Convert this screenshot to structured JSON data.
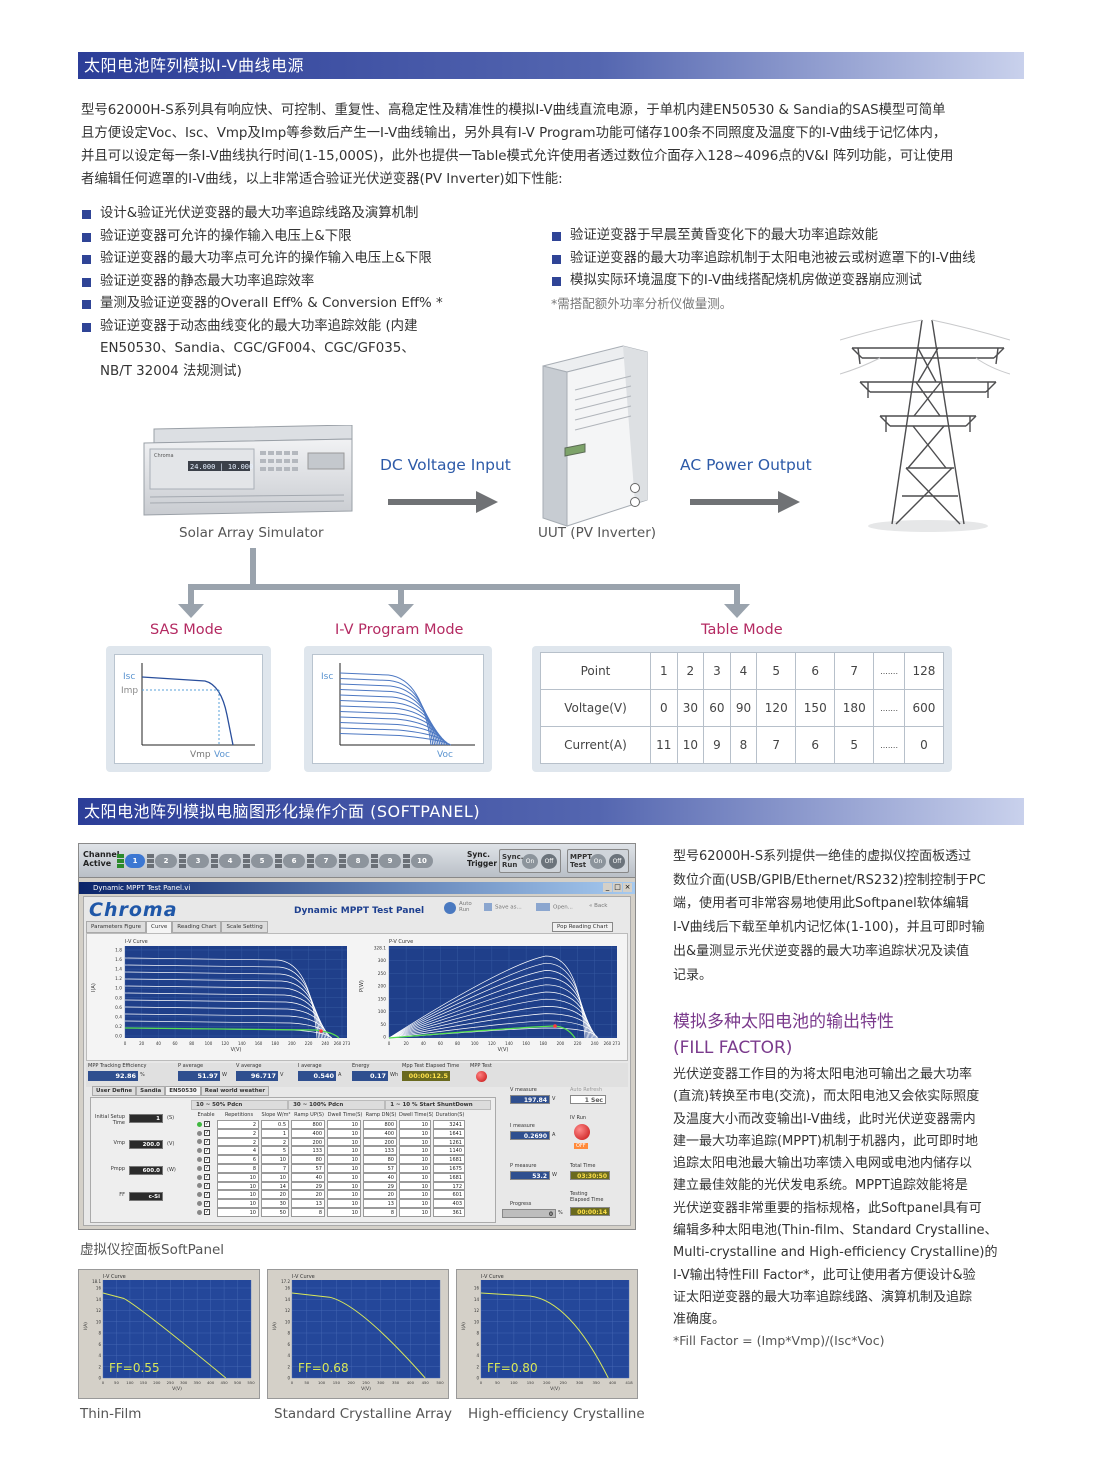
{
  "section1": {
    "title": "太阳电池阵列模拟I-V曲线电源"
  },
  "intro": [
    "型号62000H-S系列具有响应快、可控制、重复性、高稳定性及精准性的模拟I-V曲线直流电源，于单机内建EN50530 & Sandia的SAS模型可简单",
    "且方便设定Voc、Isc、Vmp及Imp等参数后产生一I-V曲线输出，另外具有I-V Program功能可储存100条不同照度及温度下的I-V曲线于记忆体内，",
    "并且可以设定每一条I-V曲线执行时间(1-15,000S)，此外也提供一Table模式允许使用者透过数位介面存入128~4096点的V&I 阵列功能，可让使用",
    "者编辑任何遮罩的I-V曲线，以上非常适合验证光伏逆变器(PV Inverter)如下性能:"
  ],
  "bullets_left": [
    "设计&验证光伏逆变器的最大功率追踪线路及演算机制",
    "验证逆变器可允许的操作输入电压上&下限",
    "验证逆变器的最大功率点可允许的操作输入电压上&下限",
    "验证逆变器的静态最大功率追踪效率",
    "量测及验证逆变器的Overall Eff% & Conversion Eff% *",
    "验证逆变器于动态曲线变化的最大功率追踪效能 (内建"
  ],
  "bullets_left_cont": [
    "EN50530、Sandia、CGC/GF004、CGC/GF035、",
    "NB/T 32004 法规测试)"
  ],
  "bullets_right": [
    "验证逆变器于早晨至黄昏变化下的最大功率追踪效能",
    "验证逆变器的最大功率追踪机制于太阳电池被云或树遮罩下的I-V曲线",
    "模拟实际环境温度下的I-V曲线搭配烧机房做逆变器崩应测试"
  ],
  "footnote": "*需搭配额外功率分析仪做量测。",
  "diagram": {
    "simulator_label": "Solar Array Simulator",
    "dc_label": "DC Voltage Input",
    "uut_label": "UUT (PV Inverter)",
    "ac_label": "AC Power Output",
    "device_display": "24.000 | 10.000",
    "device_brand": "Chroma"
  },
  "modes": {
    "sas": "SAS Mode",
    "iv": "I-V Program Mode",
    "table": "Table Mode"
  },
  "sas_graph": {
    "isc": "Isc",
    "imp": "Imp",
    "vmp": "Vmp",
    "voc": "Voc"
  },
  "iv_graph": {
    "isc": "Isc",
    "voc": "Voc"
  },
  "table_mode": {
    "rows": [
      [
        "Point",
        "1",
        "2",
        "3",
        "4",
        "5",
        "6",
        "7",
        ".......",
        "128"
      ],
      [
        "Voltage(V)",
        "0",
        "30",
        "60",
        "90",
        "120",
        "150",
        "180",
        ".......",
        "600"
      ],
      [
        "Current(A)",
        "11",
        "10",
        "9",
        "8",
        "7",
        "6",
        "5",
        ".......",
        "0"
      ]
    ]
  },
  "section2": {
    "title": "太阳电池阵列模拟电脑图形化操作介面 (SOFTPANEL)"
  },
  "softpanel": {
    "channel_label": "Channel\nActive",
    "channels": [
      "1",
      "2",
      "3",
      "4",
      "5",
      "6",
      "7",
      "8",
      "9",
      "10"
    ],
    "sync_trigger": "Sync.\nTrigger",
    "sync_run": "Sync.\nRun",
    "on": "On",
    "off": "Off",
    "mppt_test": "MPPT\nTest",
    "window_title": "Dynamic MPPT Test Panel.vi",
    "brand": "Chroma",
    "panel_title": "Dynamic MPPT Test Panel",
    "auto_run": "Auto\nRun",
    "save_as": "Save as...",
    "open": "Open...",
    "back": "Back",
    "tabs": [
      "Parameters Figure",
      "Curve",
      "Reading Chart",
      "Scale Setting"
    ],
    "pop": "Pop Reading Chart",
    "iv_title": "I-V Curve",
    "pv_title": "P-V Curve",
    "x_label": "V(V)",
    "iv_y": "I(A)",
    "pv_y": "P(W)",
    "iv_yticks": [
      "1.8",
      "1.6",
      "1.4",
      "1.2",
      "1.0",
      "0.8",
      "0.6",
      "0.4",
      "0.2",
      "0.0"
    ],
    "pv_yticks": [
      "328.1",
      "300",
      "250",
      "200",
      "150",
      "100",
      "50",
      "0"
    ],
    "xticks": [
      "0",
      "20",
      "40",
      "60",
      "80",
      "100",
      "120",
      "140",
      "160",
      "180",
      "200",
      "220",
      "240",
      "260 273"
    ],
    "stats_labels": [
      "MPP Tracking Efficiency",
      "P average",
      "V average",
      "I average",
      "Energy",
      "Mpp Test Elapsed Time",
      "MPP Test"
    ],
    "stats_values": [
      "92.86",
      "51.97",
      "96.717",
      "0.540",
      "0.17",
      "00:00:12.5"
    ],
    "stats_units": [
      "%",
      "W",
      "V",
      "A",
      "Wh",
      ""
    ],
    "subtabs": [
      "User Define",
      "Sandia",
      "EN50530",
      "Real world weather"
    ],
    "ranges": [
      "10 ~ 50% Pdcn",
      "30 ~ 100% Pdcn",
      "1 ~ 10 % Start ShuntDown"
    ],
    "left_params": [
      [
        "Initial Setup\nTime",
        "1",
        "(S)"
      ],
      [
        "Vmp",
        "200.0",
        "(V)"
      ],
      [
        "Pmpp",
        "600.0",
        "(W)"
      ],
      [
        "FF",
        "c-Si",
        ""
      ]
    ],
    "grid_headers": [
      "Enable",
      "Repetitions",
      "Slope W/m²",
      "Ramp UP(S)",
      "Dwell Time(S)",
      "Ramp DN(S)",
      "Dwell Time(S)",
      "Duration(S)"
    ],
    "grid_rows": [
      [
        "2",
        "0.5",
        "800",
        "10",
        "800",
        "10",
        "3241"
      ],
      [
        "2",
        "1",
        "400",
        "10",
        "400",
        "10",
        "1641"
      ],
      [
        "2",
        "2",
        "200",
        "10",
        "200",
        "10",
        "1261"
      ],
      [
        "4",
        "5",
        "133",
        "10",
        "133",
        "10",
        "1140"
      ],
      [
        "6",
        "10",
        "80",
        "10",
        "80",
        "10",
        "1681"
      ],
      [
        "8",
        "7",
        "57",
        "10",
        "57",
        "10",
        "1675"
      ],
      [
        "10",
        "10",
        "40",
        "10",
        "40",
        "10",
        "1681"
      ],
      [
        "10",
        "14",
        "29",
        "10",
        "29",
        "10",
        "172"
      ],
      [
        "10",
        "20",
        "20",
        "10",
        "20",
        "10",
        "601"
      ],
      [
        "10",
        "30",
        "13",
        "10",
        "13",
        "10",
        "403"
      ],
      [
        "10",
        "50",
        "8",
        "10",
        "8",
        "10",
        "361"
      ]
    ],
    "right_labels": [
      "V measure",
      "Auto Refresh",
      "I measure",
      "IV Run",
      "P measure",
      "Total Time",
      "Progress",
      "Testing\nElapsed Time"
    ],
    "right_values": [
      "197.84",
      "1 Sec",
      "0.2690",
      "OFF",
      "53.2",
      "03:30:50",
      "0",
      "00:00:14"
    ],
    "right_units": [
      "V",
      "",
      "A",
      "",
      "W",
      "",
      "%",
      ""
    ]
  },
  "softpanel_caption": "虚拟仪控面板SoftPanel",
  "para2": [
    "型号62000H-S系列提供一绝佳的虚拟仪控面板透过",
    "数位介面(USB/GPIB/Ethernet/RS232)控制控制于PC",
    "端，使用者可非常容易地使用此Softpanel软体编辑",
    "I-V曲线后下载至单机内记忆体(1-100)，并且可即时输",
    "出&量测显示光伏逆变器的最大功率追踪状况及读值",
    "记录。"
  ],
  "heading2": [
    "模拟多种太阳电池的输出特性",
    "(FILL FACTOR)"
  ],
  "para3": [
    "光伏逆变器工作目的为将太阳电池可输出之最大功率",
    "(直流)转换至市电(交流)，而太阳电池又会依实际照度",
    "及温度大小而改变输出I-V曲线，此时光伏逆变器需内",
    "建一最大功率追踪(MPPT)机制于机器内，此可即时地",
    "追踪太阳电池最大输出功率馈入电网或电池内储存以",
    "建立最佳效能的光伏发电系统。MPPT追踪效能将是",
    "光伏逆变器非常重要的指标规格，此Softpanel具有可",
    "编辑多种太阳电池(Thin-film、Standard Crystalline、",
    "Multi-crystalline and High-efficiency Crystalline)的",
    "I-V输出特性Fill Factor*，此可让使用者方便设计&验",
    "证太阳逆变器的最大功率追踪线路、演算机制及追踪",
    "准确度。"
  ],
  "ff_note": "*Fill Factor = (Imp*Vmp)/(Isc*Voc)",
  "ff_charts": [
    {
      "title": "I-V Curve",
      "ff": "FF=0.55",
      "caption": "Thin-Film",
      "ymax": "18.1",
      "yticks": [
        "16",
        "14",
        "12",
        "10",
        "8",
        "6",
        "4",
        "2",
        "0"
      ],
      "xticks": [
        "0",
        "50",
        "100",
        "150",
        "200",
        "250",
        "300",
        "350",
        "400",
        "450",
        "500",
        "550"
      ],
      "xlabel": "V(V)",
      "ylabel": "I(A)",
      "ffval": 0.55
    },
    {
      "title": "I-V Curve",
      "ff": "FF=0.68",
      "caption": "Standard Crystalline Array",
      "ymax": "17.2",
      "yticks": [
        "16",
        "14",
        "12",
        "10",
        "8",
        "6",
        "4",
        "2",
        "0"
      ],
      "xticks": [
        "0",
        "50",
        "100",
        "150",
        "200",
        "250",
        "300",
        "350",
        "400",
        "450",
        "500"
      ],
      "xlabel": "V(V)",
      "ylabel": "I(A)",
      "ffval": 0.68
    },
    {
      "title": "I-V Curve",
      "ff": "FF=0.80",
      "caption": "High-efficiency Crystalline",
      "ymax": "",
      "yticks": [
        "16",
        "14",
        "12",
        "10",
        "8",
        "6",
        "4",
        "2",
        "0"
      ],
      "xticks": [
        "0",
        "50",
        "100",
        "150",
        "200",
        "250",
        "300",
        "350",
        "400",
        "418"
      ],
      "xlabel": "V(V)",
      "ylabel": "I(A)",
      "ffval": 0.8
    }
  ],
  "colors": {
    "accent": "#2f4496",
    "mode": "#b42a62",
    "heading": "#7a3a8c",
    "link": "#2d5aa8"
  }
}
